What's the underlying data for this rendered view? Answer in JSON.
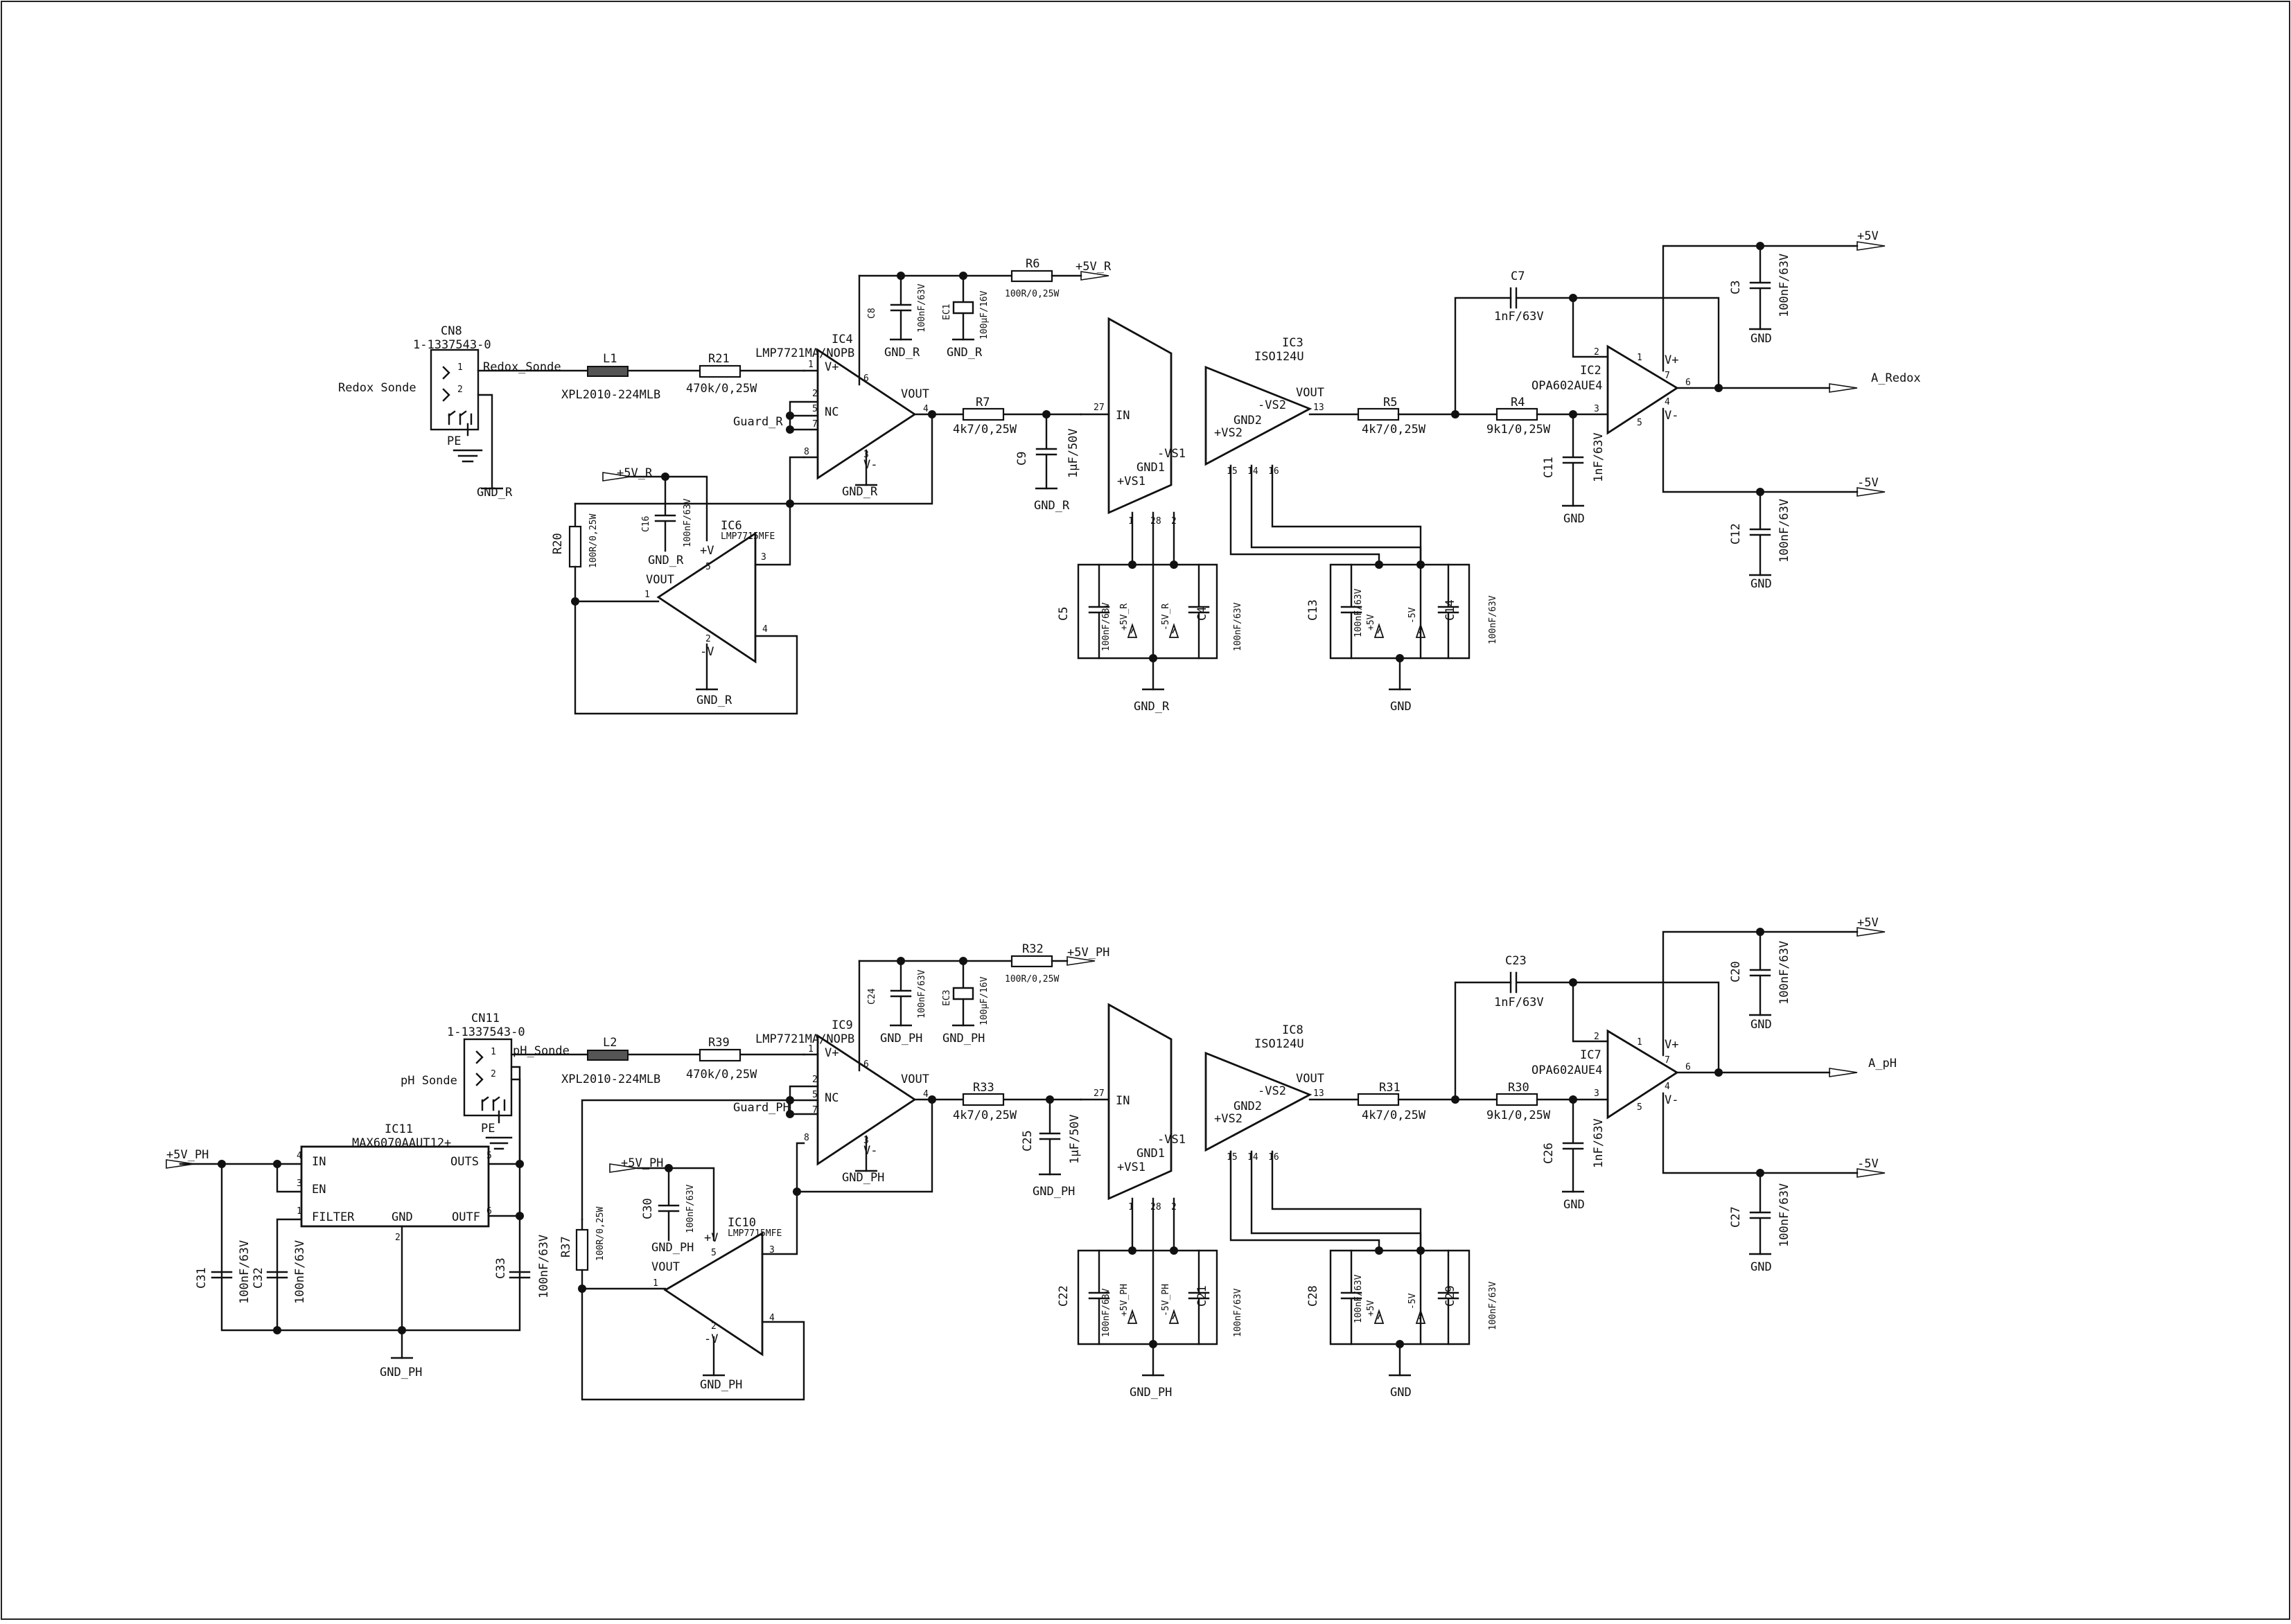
{
  "schematic": {
    "redox": {
      "connector": {
        "ref": "CN8",
        "part": "1-1337543-0",
        "label": "Redox Sonde",
        "pin1": "1",
        "pin2": "2",
        "pe": "PE",
        "net": "Redox_Sonde",
        "gnd": "GND_R"
      },
      "filter": {
        "ref": "L1",
        "part": "XPL2010-224MLB"
      },
      "r21": {
        "ref": "R21",
        "value": "470k/0,25W"
      },
      "ic4": {
        "ref": "IC4",
        "part": "LMP7721MA/NOPB",
        "vplus": "V+",
        "vminus": "V-",
        "nc": "NC",
        "vout": "VOUT",
        "p1": "1",
        "p2": "2",
        "p3": "3",
        "p4": "4",
        "p5": "5",
        "p6": "6",
        "p7": "7",
        "p8": "8",
        "guard": "Guard_R",
        "gnd": "GND_R"
      },
      "c8": {
        "ref": "C8",
        "value": "100nF/63V",
        "gnd": "GND_R"
      },
      "ec1": {
        "ref": "EC1",
        "value": "100µF/16V",
        "gnd": "GND_R"
      },
      "r6": {
        "ref": "R6",
        "value": "100R/0,25W",
        "supply": "+5V_R"
      },
      "r7": {
        "ref": "R7",
        "value": "4k7/0,25W"
      },
      "c9": {
        "ref": "C9",
        "value": "1µF/50V",
        "gnd": "GND_R"
      },
      "r20": {
        "ref": "R20",
        "value": "100R/0,25W"
      },
      "c16": {
        "ref": "C16",
        "value": "100nF/63V",
        "gnd": "GND_R",
        "supply": "+5V_R"
      },
      "ic6": {
        "ref": "IC6",
        "part": "LMP7715MFE",
        "vplus": "+V",
        "vminus": "-V",
        "vout": "VOUT",
        "p1": "1",
        "p2": "2",
        "p3": "3",
        "p4": "4",
        "p5": "5",
        "gnd": "GND_R"
      },
      "ic3": {
        "ref": "IC3",
        "part": "ISO124U",
        "in": "IN",
        "vs1m": "-VS1",
        "vs1p": "+VS1",
        "gnd1": "GND1",
        "vs2m": "-VS2",
        "vs2p": "+VS2",
        "gnd2": "GND2",
        "vout": "VOUT",
        "p27": "27",
        "p1": "1",
        "p28": "28",
        "p2": "2",
        "p13": "13",
        "p15": "15",
        "p14": "14",
        "p16": "16"
      },
      "c5": {
        "ref": "C5",
        "value": "100nF/63V",
        "supply": "+5V_R"
      },
      "c4": {
        "ref": "C4",
        "value": "100nF/63V",
        "supply": "-5V_R"
      },
      "gnd_iso1": "GND_R",
      "c13": {
        "ref": "C13",
        "value": "100nF/63V",
        "supply": "+5V"
      },
      "c14": {
        "ref": "C14",
        "value": "100nF/63V",
        "supply": "-5V"
      },
      "gnd_iso2": "GND",
      "r5": {
        "ref": "R5",
        "value": "4k7/0,25W"
      },
      "r4": {
        "ref": "R4",
        "value": "9k1/0,25W"
      },
      "c7": {
        "ref": "C7",
        "value": "1nF/63V"
      },
      "c11": {
        "ref": "C11",
        "value": "1nF/63V",
        "gnd": "GND"
      },
      "ic2": {
        "ref": "IC2",
        "part": "OPA602AUE4",
        "vplus": "V+",
        "vminus": "V-",
        "p1": "1",
        "p2": "2",
        "p3": "3",
        "p4": "4",
        "p5": "5",
        "p6": "6",
        "p7": "7"
      },
      "c3": {
        "ref": "C3",
        "value": "100nF/63V",
        "gnd": "GND"
      },
      "c12": {
        "ref": "C12",
        "value": "100nF/63V",
        "gnd": "GND"
      },
      "supply_pos": "+5V",
      "supply_neg": "-5V",
      "output": "A_Redox"
    },
    "ph": {
      "connector": {
        "ref": "CN11",
        "part": "1-1337543-0",
        "label": "pH Sonde",
        "pin1": "1",
        "pin2": "2",
        "pe": "PE",
        "net": "pH_Sonde"
      },
      "filter": {
        "ref": "L2",
        "part": "XPL2010-224MLB"
      },
      "r39": {
        "ref": "R39",
        "value": "470k/0,25W"
      },
      "ic9": {
        "ref": "IC9",
        "part": "LMP7721MA/NOPB",
        "vplus": "V+",
        "vminus": "V-",
        "nc": "NC",
        "vout": "VOUT",
        "p1": "1",
        "p2": "2",
        "p3": "3",
        "p4": "4",
        "p5": "5",
        "p6": "6",
        "p7": "7",
        "p8": "8",
        "guard": "Guard_PH",
        "gnd": "GND_PH"
      },
      "c24": {
        "ref": "C24",
        "value": "100nF/63V",
        "gnd": "GND_PH"
      },
      "ec3": {
        "ref": "EC3",
        "value": "100µF/16V",
        "gnd": "GND_PH"
      },
      "r32": {
        "ref": "R32",
        "value": "100R/0,25W",
        "supply": "+5V_PH"
      },
      "r33": {
        "ref": "R33",
        "value": "4k7/0,25W"
      },
      "c25": {
        "ref": "C25",
        "value": "1µF/50V",
        "gnd": "GND_PH"
      },
      "r37": {
        "ref": "R37",
        "value": "100R/0,25W"
      },
      "c30": {
        "ref": "C30",
        "value": "100nF/63V",
        "gnd": "GND_PH",
        "supply": "+5V_PH"
      },
      "ic10": {
        "ref": "IC10",
        "part": "LMP7715MFE",
        "vplus": "+V",
        "vminus": "-V",
        "vout": "VOUT",
        "p1": "1",
        "p2": "2",
        "p3": "3",
        "p4": "4",
        "p5": "5",
        "gnd": "GND_PH"
      },
      "ic11": {
        "ref": "IC11",
        "part": "MAX6070AAUT12+",
        "in": "IN",
        "en": "EN",
        "filter": "FILTER",
        "gnd": "GND",
        "outs": "OUTS",
        "outf": "OUTF",
        "p4": "4",
        "p3": "3",
        "p1": "1",
        "p2": "2",
        "p5": "5",
        "p6": "6",
        "supply": "+5V_PH",
        "ground": "GND_PH"
      },
      "c31": {
        "ref": "C31",
        "value": "100nF/63V"
      },
      "c32": {
        "ref": "C32",
        "value": "100nF/63V"
      },
      "c33": {
        "ref": "C33",
        "value": "100nF/63V"
      },
      "ic8": {
        "ref": "IC8",
        "part": "ISO124U",
        "in": "IN",
        "vs1m": "-VS1",
        "vs1p": "+VS1",
        "gnd1": "GND1",
        "vs2m": "-VS2",
        "vs2p": "+VS2",
        "gnd2": "GND2",
        "vout": "VOUT",
        "p27": "27",
        "p1": "1",
        "p28": "28",
        "p2": "2",
        "p13": "13",
        "p15": "15",
        "p14": "14",
        "p16": "16"
      },
      "c22": {
        "ref": "C22",
        "value": "100nF/63V",
        "supply": "+5V_PH"
      },
      "c21": {
        "ref": "C21",
        "value": "100nF/63V",
        "supply": "-5V_PH"
      },
      "gnd_iso1": "GND_PH",
      "c28": {
        "ref": "C28",
        "value": "100nF/63V",
        "supply": "+5V"
      },
      "c29": {
        "ref": "C29",
        "value": "100nF/63V",
        "supply": "-5V"
      },
      "gnd_iso2": "GND",
      "r31": {
        "ref": "R31",
        "value": "4k7/0,25W"
      },
      "r30": {
        "ref": "R30",
        "value": "9k1/0,25W"
      },
      "c23": {
        "ref": "C23",
        "value": "1nF/63V"
      },
      "c26": {
        "ref": "C26",
        "value": "1nF/63V",
        "gnd": "GND"
      },
      "ic7": {
        "ref": "IC7",
        "part": "OPA602AUE4",
        "vplus": "V+",
        "vminus": "V-",
        "p1": "1",
        "p2": "2",
        "p3": "3",
        "p4": "4",
        "p5": "5",
        "p6": "6",
        "p7": "7"
      },
      "c20": {
        "ref": "C20",
        "value": "100nF/63V",
        "gnd": "GND"
      },
      "c27": {
        "ref": "C27",
        "value": "100nF/63V",
        "gnd": "GND"
      },
      "supply_pos": "+5V",
      "supply_neg": "-5V",
      "output": "A_pH"
    }
  }
}
